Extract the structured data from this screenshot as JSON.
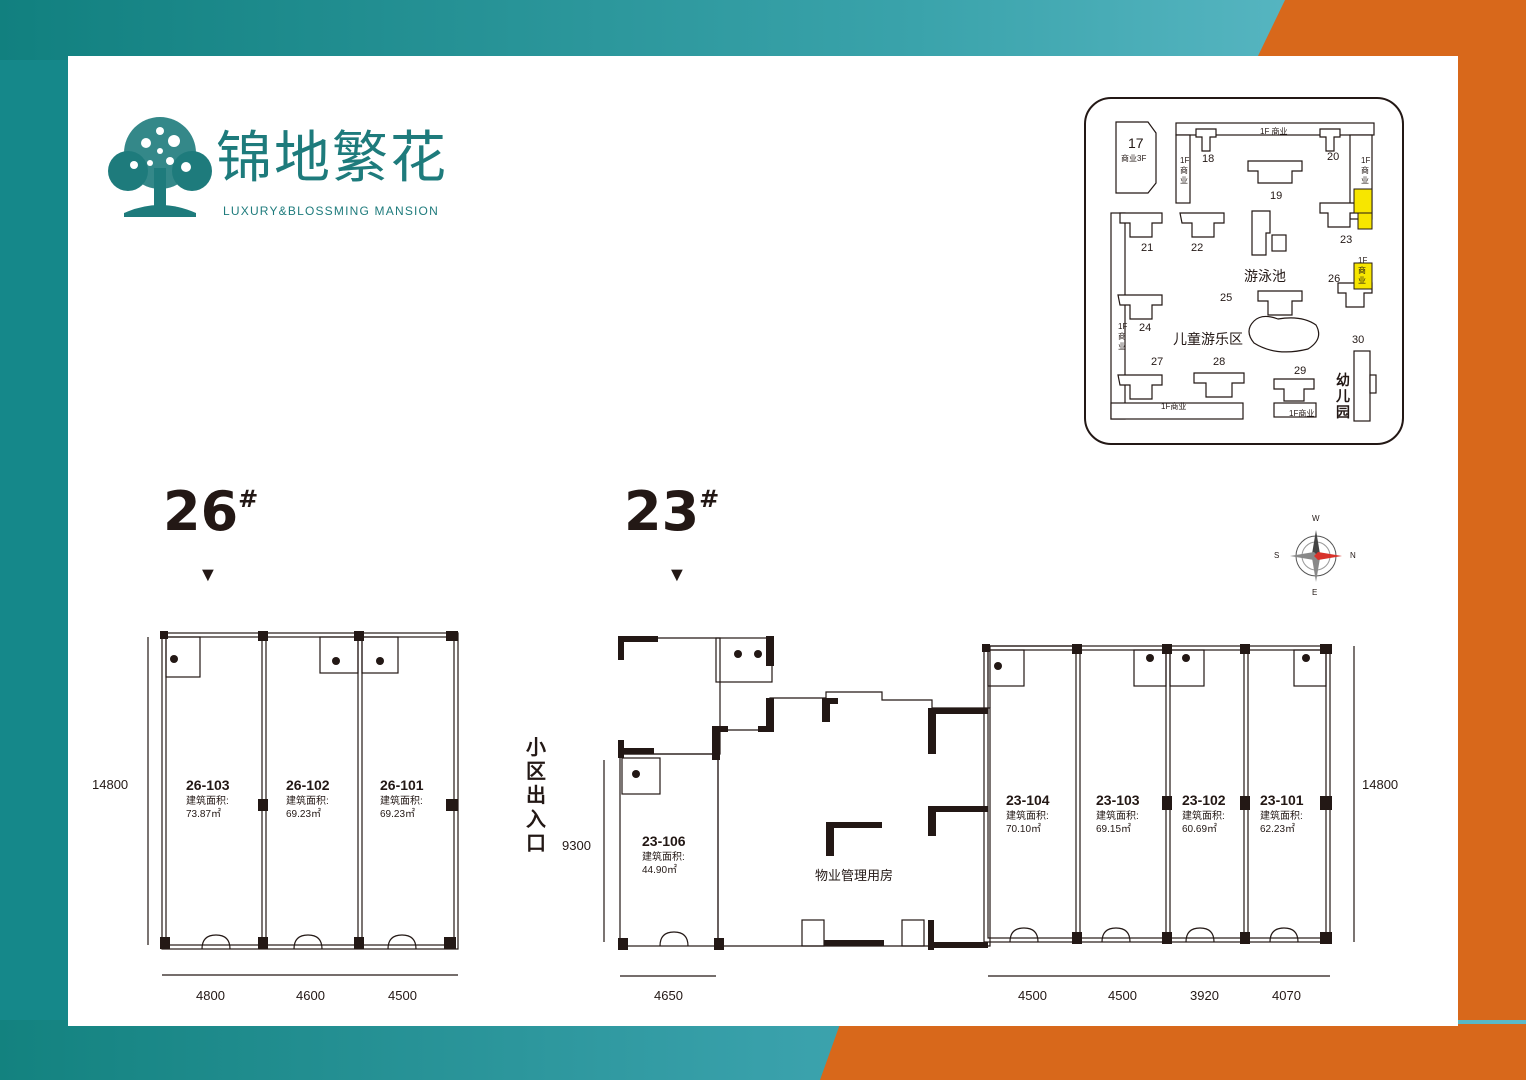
{
  "brand": {
    "name_cn": "锦地繁花",
    "name_en": "LUXURY&BLOSSMING MANSION",
    "colors": {
      "teal": "#15888a",
      "orange": "#d8681b",
      "highlight": "#f7e600"
    }
  },
  "icons": {
    "logo": "tree-logo-icon",
    "compass": "compass-icon"
  },
  "buildings": {
    "b26": {
      "label": "26",
      "mark": "#"
    },
    "b23": {
      "label": "23",
      "mark": "#"
    }
  },
  "units_26": [
    {
      "id": "26-103",
      "area_label": "建筑面积:",
      "area": "73.87㎡"
    },
    {
      "id": "26-102",
      "area_label": "建筑面积:",
      "area": "69.23㎡"
    },
    {
      "id": "26-101",
      "area_label": "建筑面积:",
      "area": "69.23㎡"
    }
  ],
  "units_23": [
    {
      "id": "23-106",
      "area_label": "建筑面积:",
      "area": "44.90㎡"
    },
    {
      "id": "23-104",
      "area_label": "建筑面积:",
      "area": "70.10㎡"
    },
    {
      "id": "23-103",
      "area_label": "建筑面积:",
      "area": "69.15㎡"
    },
    {
      "id": "23-102",
      "area_label": "建筑面积:",
      "area": "60.69㎡"
    },
    {
      "id": "23-101",
      "area_label": "建筑面积:",
      "area": "62.23㎡"
    }
  ],
  "rooms": {
    "property_mgmt": "物业管理用房",
    "entrance": "小区出入口"
  },
  "dimensions": {
    "b26_height": "14800",
    "b26_widths": [
      "4800",
      "4600",
      "4500"
    ],
    "b23_left_height": "9300",
    "b23_right_height": "14800",
    "b23_left_width": "4650",
    "b23_widths": [
      "4500",
      "4500",
      "3920",
      "4070"
    ]
  },
  "site_map": {
    "buildings": [
      "17",
      "18",
      "19",
      "20",
      "21",
      "22",
      "23",
      "24",
      "25",
      "26",
      "27",
      "28",
      "29",
      "30"
    ],
    "b17_sub": "商业3F",
    "commerce_1f": "1F商业",
    "commerce_1f_spaced": "1F 商业",
    "commerce_1f_stack": "1F\n商\n业",
    "pool": "游泳池",
    "playground": "儿童游乐区",
    "kindergarten": "幼\n儿\n园"
  },
  "compass": {
    "w": "W",
    "n": "N",
    "s": "S",
    "e": "E"
  }
}
